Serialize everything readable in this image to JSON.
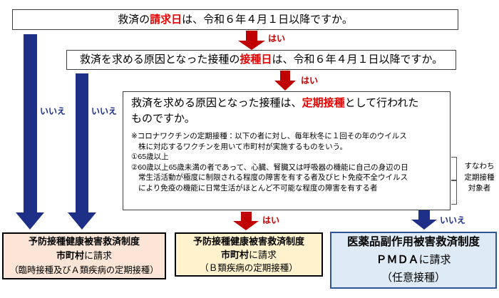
{
  "colors": {
    "keyword_red": "#E60000",
    "flow_red": "#C00000",
    "flow_navy": "#1E2F87",
    "outcome_municipal_a_bg": "#FBE5D6",
    "outcome_municipal_b_bg": "#FFF2CC",
    "outcome_pmda_bg": "#DEEBF7",
    "outcome_pmda_border": "#2F5597"
  },
  "questions": {
    "q1": {
      "pre": "救済の",
      "keyword": "請求日",
      "post": "は、令和６年４月１日以降ですか。"
    },
    "q2": {
      "pre": "救済を求める原因となった接種の",
      "keyword": "接種日",
      "post": "は、令和６年４月１日以降ですか。"
    },
    "q3": {
      "pre": "救済を求める原因となった接種は、",
      "keyword": "定期接種",
      "post": "として行われた",
      "post2": "ものですか。",
      "notes": [
        "※コロナワクチンの定期接種：以下の者に対し、毎年秋冬に１回その年のウイルス",
        "株に対応するワクチンを用いて市町村が実施するものをいう。",
        "①65歳以上",
        "②60歳以上65歳未満の者であって、心臓、腎臓又は呼吸器の機能に自己の身辺の日",
        "常生活活動が極度に制限される程度の障害を有する者及びヒト免疫不全ウイルス",
        "により免疫の機能に日常生活がほとんど不可能な程度の障害を有する者"
      ]
    }
  },
  "labels": {
    "yes": "はい",
    "no": "いいえ"
  },
  "side_note": {
    "line1": "すなわち",
    "line2": "定期接種",
    "line3": "対象者"
  },
  "outcomes": [
    {
      "title": "予防接種健康被害救済制度",
      "claim_target": "市町村",
      "claim_rest": "に請求",
      "subtitle": "（臨時接種及びＡ類疾病の定期接種）"
    },
    {
      "title": "予防接種健康被害救済制度",
      "claim_target": "市町村",
      "claim_rest": "に請求",
      "subtitle": "（Ｂ類疾病の定期接種）"
    },
    {
      "title": "医薬品副作用被害救済制度",
      "claim_target": "ＰＭＤＡ",
      "claim_rest": "に請求",
      "subtitle": "（任意接種）"
    }
  ]
}
